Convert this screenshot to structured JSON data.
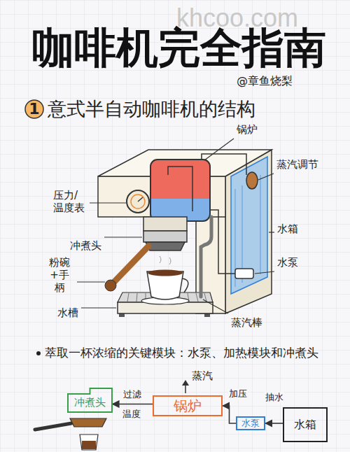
{
  "diagram": {
    "title": "咖啡机完全指南",
    "nodes": [
      {
        "text": [
          "冲煮头"
        ]
      },
      {
        "text": [
          "锅炉"
        ]
      },
      {
        "text": [
          "水泵"
        ]
      },
      {
        "text": [
          "水箱"
        ]
      }
    ],
    "edges": [
      {
        "from": 3,
        "to": 2,
        "arrow": "to",
        "label": "抽水"
      },
      {
        "from": 2,
        "to": 1,
        "arrow": "to",
        "label": "加压"
      },
      {
        "from": 1,
        "to": 0,
        "arrow": "to",
        "label": "过滤"
      }
    ],
    "labels": [
      "khcoo.com",
      "@章鱼烧梨",
      "1",
      "意式半自动咖啡机的结构",
      "锅炉",
      "蒸汽调节",
      "压力/温度表",
      "水箱",
      "冲煮头",
      "粉碗+手柄",
      "水泵",
      "水槽",
      "蒸汽棒",
      "萃取一杯浓缩的关键模块：水泵、加热模块和冲煮头",
      "蒸汽",
      "温度"
    ]
  }
}
